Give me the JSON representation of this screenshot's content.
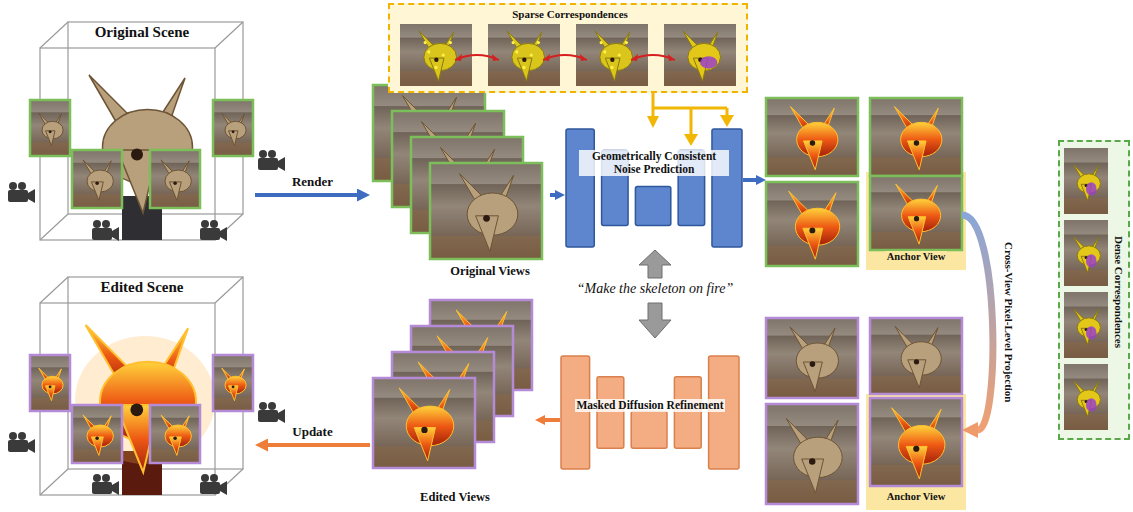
{
  "diagram": {
    "nodes": [
      {
        "text": [
          "Original Scene"
        ]
      },
      {
        "text": [
          "Original Views"
        ]
      },
      {
        "text": [
          "Sparse Correspondences"
        ]
      },
      {
        "text": [
          "Geometrically Consistent Noise Prediction"
        ]
      },
      {
        "text": [
          "Anchor View"
        ]
      },
      {
        "text": [
          "Dense Correspondences"
        ]
      },
      {
        "text": [
          "Anchor View"
        ]
      },
      {
        "text": [
          "Masked Diffusion Refinement"
        ]
      },
      {
        "text": [
          "Edited Views"
        ]
      },
      {
        "text": [
          "Edited Scene"
        ]
      }
    ],
    "edges": [
      {
        "from": 0,
        "to": 1,
        "label": "Render",
        "arrow": "to"
      },
      {
        "from": 2,
        "to": 3,
        "arrow": "to"
      },
      {
        "from": 1,
        "to": 3,
        "arrow": "to"
      },
      {
        "from": 3,
        "to": 4,
        "arrow": "to"
      },
      {
        "from": 4,
        "to": 6,
        "label": "Cross-View Pixel-Level Projection",
        "arrow": "to"
      },
      {
        "from": 7,
        "to": 8,
        "arrow": "to"
      },
      {
        "from": 8,
        "to": 9,
        "label": "Update",
        "arrow": "to"
      }
    ],
    "labels": [
      "“Make the skeleton on fire”"
    ]
  }
}
